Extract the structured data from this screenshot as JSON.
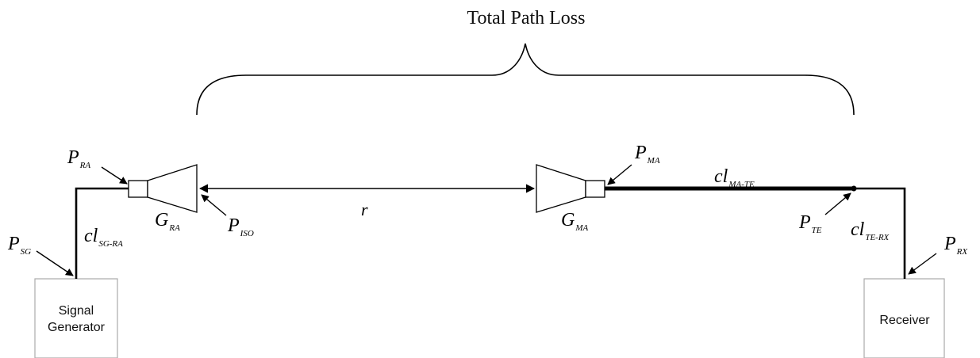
{
  "title": "Total Path Loss",
  "labels": {
    "p_ra": {
      "main": "P",
      "sub": "RA"
    },
    "p_ma": {
      "main": "P",
      "sub": "MA"
    },
    "p_iso": {
      "main": "P",
      "sub": "ISO"
    },
    "p_sg": {
      "main": "P",
      "sub": "SG"
    },
    "p_te": {
      "main": "P",
      "sub": "TE"
    },
    "p_rx": {
      "main": "P",
      "sub": "RX"
    },
    "g_ra": {
      "main": "G",
      "sub": "RA"
    },
    "g_ma": {
      "main": "G",
      "sub": "MA"
    },
    "cl_sg_ra": {
      "main": "cl",
      "sub": "SG-RA"
    },
    "cl_ma_te": {
      "main": "cl",
      "sub": "MA-TE"
    },
    "cl_te_rx": {
      "main": "cl",
      "sub": "TE-RX"
    },
    "r": "r"
  },
  "boxes": {
    "signal_generator": [
      "Signal",
      "Generator"
    ],
    "receiver": "Receiver"
  }
}
